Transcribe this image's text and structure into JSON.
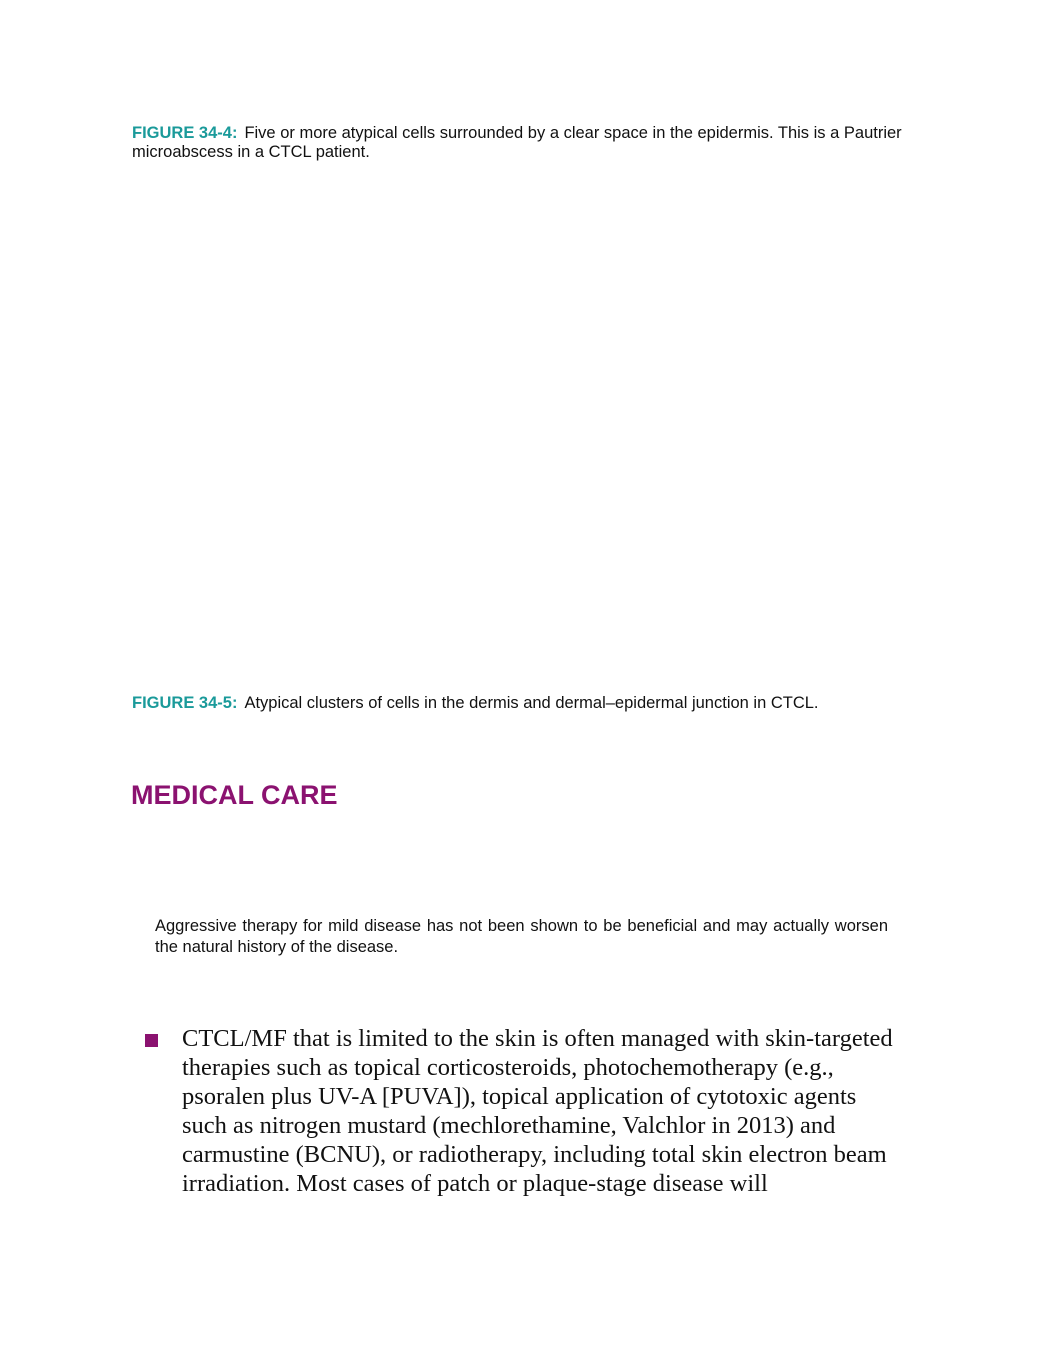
{
  "figures": [
    {
      "label": "FIGURE 34-4:",
      "caption": "Five or more atypical cells surrounded by a clear space in the epidermis. This is a Pautrier microabscess in a CTCL patient."
    },
    {
      "label": "FIGURE 34-5:",
      "caption": "Atypical clusters of cells in the dermis and dermal–epidermal junction in CTCL."
    }
  ],
  "section": {
    "heading": "MEDICAL CARE"
  },
  "callout": {
    "text": "Aggressive therapy for mild disease has not been shown to be beneficial and may actually worsen the natural history of the disease."
  },
  "bullets": [
    {
      "text": "CTCL/MF that is limited to the skin is often managed with skin-targeted therapies such as topical corticosteroids, photochemotherapy (e.g., psoralen plus UV-A [PUVA]), topical application of cytotoxic agents such as nitrogen mustard (mechlorethamine, Valchlor in 2013) and carmustine (BCNU), or radiotherapy, including total skin electron beam irradiation. Most cases of patch or plaque-stage disease will"
    }
  ],
  "colors": {
    "figure_label": "#1a9a9a",
    "heading": "#8b1270",
    "bullet_marker": "#8b1270",
    "text": "#111111"
  }
}
